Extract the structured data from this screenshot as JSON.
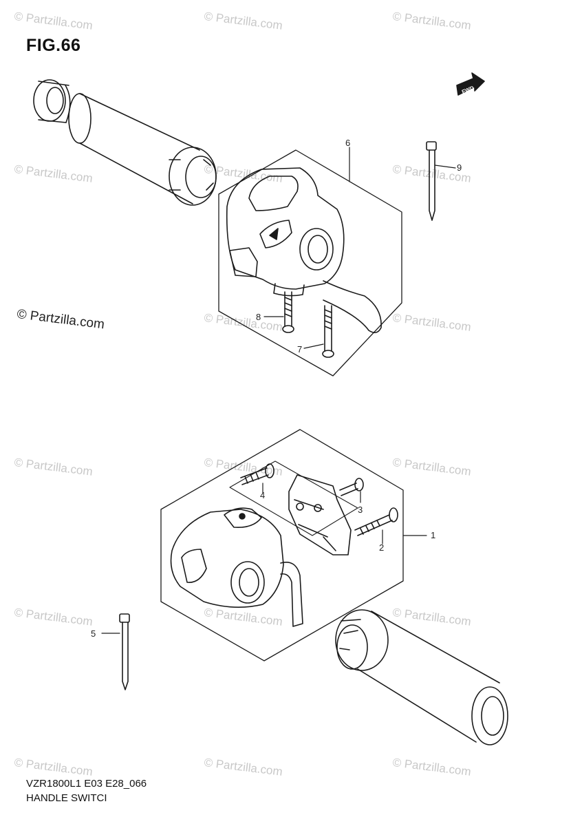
{
  "figure": {
    "title": "FIG.66"
  },
  "footer": {
    "line1": "VZR1800L1 E03 E28_066",
    "line2": "HANDLE SWITCI"
  },
  "watermark": {
    "text": "© Partzilla.com",
    "text_dark": "© Partzilla.com"
  },
  "direction_badge": {
    "text": "FWD"
  },
  "callouts": [
    "1",
    "2",
    "3",
    "4",
    "5",
    "6",
    "7",
    "8",
    "9"
  ],
  "colors": {
    "line": "#1a1a1a",
    "watermark": "#c8c8c8"
  }
}
